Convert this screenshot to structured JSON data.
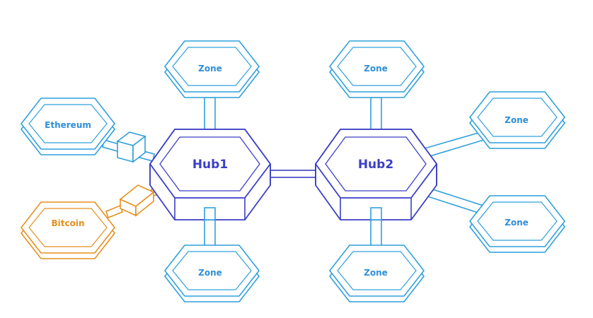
{
  "hubs": [
    {
      "id": "hub1",
      "label": "Hub1"
    },
    {
      "id": "hub2",
      "label": "Hub2"
    }
  ],
  "zones": [
    {
      "id": "zone-hub1-top",
      "label": "Zone"
    },
    {
      "id": "zone-hub1-bottom",
      "label": "Zone"
    },
    {
      "id": "zone-hub2-top",
      "label": "Zone"
    },
    {
      "id": "zone-hub2-right-top",
      "label": "Zone"
    },
    {
      "id": "zone-hub2-right-bottom",
      "label": "Zone"
    },
    {
      "id": "zone-hub2-bottom",
      "label": "Zone"
    }
  ],
  "external_chains": [
    {
      "id": "ethereum",
      "label": "Ethereum"
    },
    {
      "id": "bitcoin",
      "label": "Bitcoin"
    }
  ],
  "colors": {
    "zone": "#2fa0dc",
    "hub": "#3b3fc4",
    "bitcoin": "#e4901e"
  }
}
